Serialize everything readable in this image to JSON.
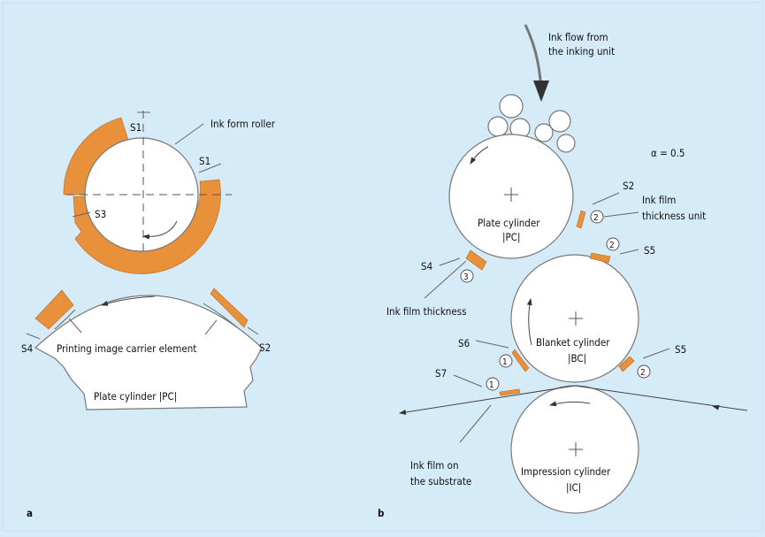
{
  "panel_a": {
    "label": "a",
    "ink_form_roller": "Ink form roller",
    "s1_top": "S1",
    "s1_right": "S1",
    "s3": "S3",
    "s4": "S4",
    "s2": "S2",
    "printing_element": "Printing  image carrier  element",
    "plate_cylinder": "Plate cylinder  |PC|"
  },
  "panel_b": {
    "label": "b",
    "ink_flow_1": "Ink flow from",
    "ink_flow_2": "the inking  unit",
    "alpha": "α = 0.5",
    "plate_cylinder_1": "Plate cylinder",
    "plate_cylinder_2": "|PC|",
    "blanket_cylinder_1": "Blanket  cylinder",
    "blanket_cylinder_2": "|BC|",
    "impression_cylinder_1": "Impression  cylinder",
    "impression_cylinder_2": "|IC|",
    "s2": "S2",
    "ink_film_unit_1": "Ink film",
    "ink_film_unit_2": "thickness  unit",
    "s5_top": "S5",
    "s5_right": "S5",
    "s4": "S4",
    "s6": "S6",
    "s7": "S7",
    "ink_film_thickness": "Ink film  thickness",
    "ink_film_substrate_1": "Ink film  on",
    "ink_film_substrate_2": "the substrate",
    "num_2a": "2",
    "num_2b": "2",
    "num_2c": "2",
    "num_3": "3",
    "num_1a": "1",
    "num_1b": "1"
  },
  "colors": {
    "background": "#d6ebf8",
    "ink": "#e8913a"
  }
}
